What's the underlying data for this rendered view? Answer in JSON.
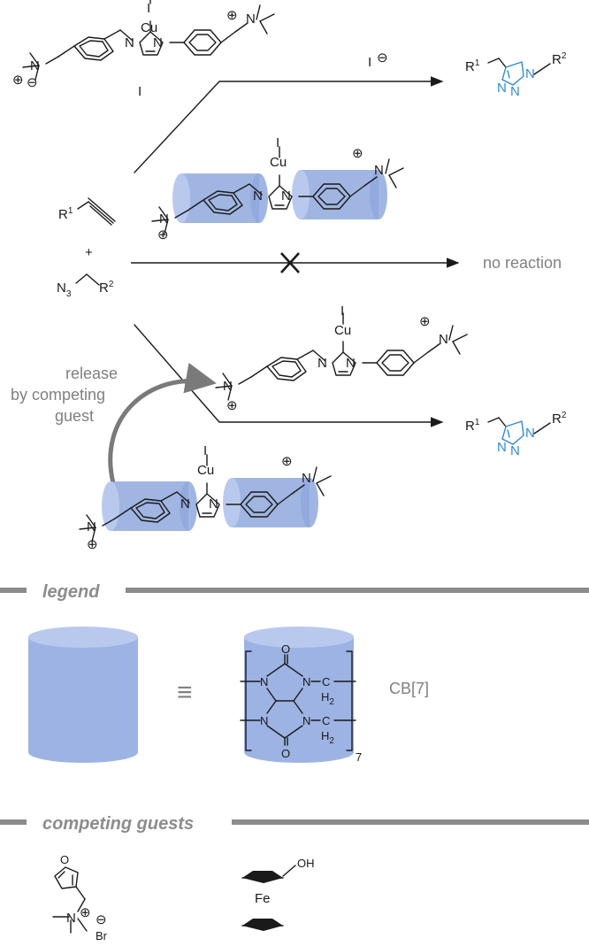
{
  "labels": {
    "r1": "R",
    "r2": "R",
    "sup1": "1",
    "sup2": "2",
    "plus": "+",
    "n3": "N",
    "n3_sub": "3",
    "no_reaction": "no reaction",
    "release_line1": "release",
    "release_line2": "by competing",
    "release_line3": "guest",
    "cu": "Cu",
    "iodo": "I",
    "n": "N",
    "o": "O",
    "c": "C",
    "h2": "H",
    "h2_sub": "2",
    "fe": "Fe",
    "oh": "OH",
    "br": "Br",
    "n_plus": "⊕",
    "n_minus": "⊖",
    "equiv": "≡",
    "cb7": "CB[7]",
    "repeat_7": "7"
  },
  "sections": {
    "legend": "legend",
    "competing_guests": "competing guests"
  },
  "colors": {
    "triazole": "#2f8bd0",
    "cucurbituril": "#8fa8dd",
    "section_rule": "#8c8c8c"
  }
}
